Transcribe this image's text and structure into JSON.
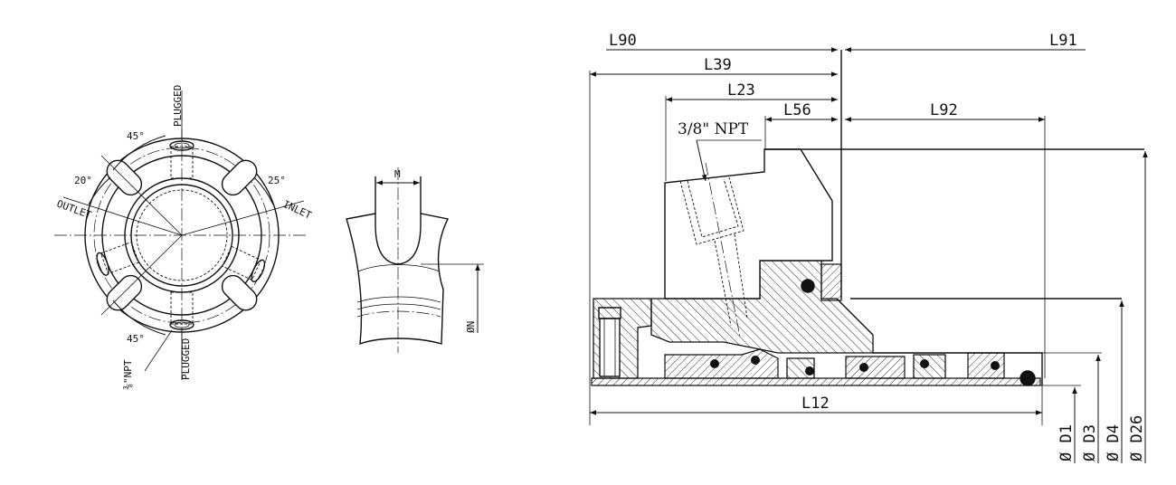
{
  "left_view": {
    "labels": {
      "plugged_top": "PLUGGED",
      "plugged_bottom": "PLUGGED",
      "outlet": "OUTLET",
      "inlet": "INLET",
      "npt": "⅜\"NPT",
      "angle_top": "45°",
      "angle_bottom": "45°",
      "angle_left": "20°",
      "angle_right": "25°"
    }
  },
  "middle_view": {
    "labels": {
      "m": "M",
      "n": "ØN"
    }
  },
  "section_view": {
    "dimensions": {
      "l90": "L90",
      "l91": "L91",
      "l39": "L39",
      "l23": "L23",
      "l56": "L56",
      "l92": "L92",
      "l12": "L12",
      "d1": "Ø D1",
      "d3": "Ø D3",
      "d4": "Ø D4",
      "d26": "Ø D26"
    },
    "port_label": "3/8\" NPT"
  },
  "colors": {
    "line": "#111111",
    "background": "#ffffff"
  }
}
